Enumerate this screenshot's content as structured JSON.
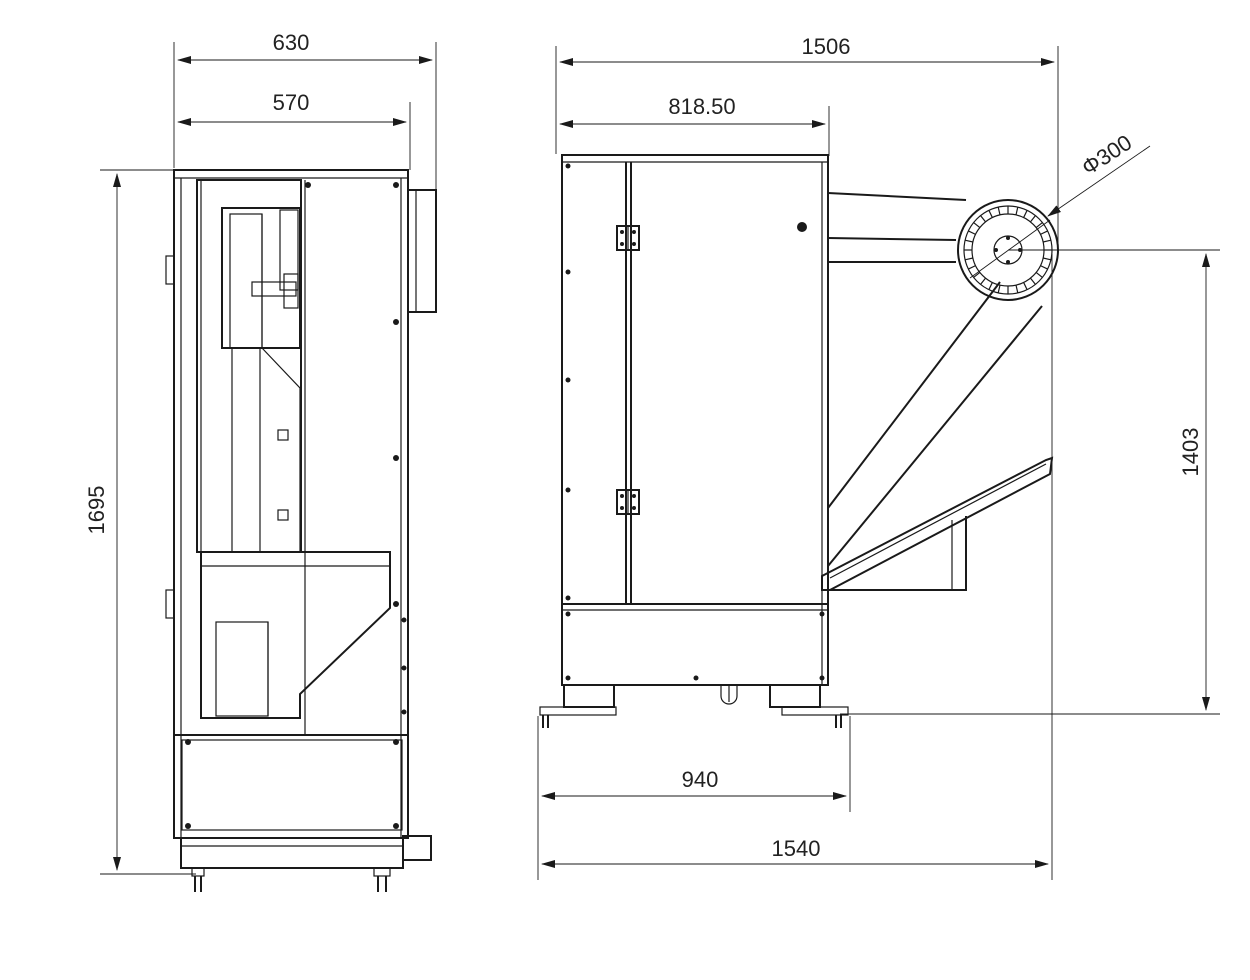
{
  "drawing": {
    "side_view": {
      "width_overall": "630",
      "width_body": "570",
      "height_overall": "1695"
    },
    "front_view": {
      "width_overall": "1506",
      "width_cabinet": "818.50",
      "pulley_diameter": "Φ300",
      "discharge_height": "1403",
      "base_width": "940",
      "footprint_width": "1540"
    }
  }
}
